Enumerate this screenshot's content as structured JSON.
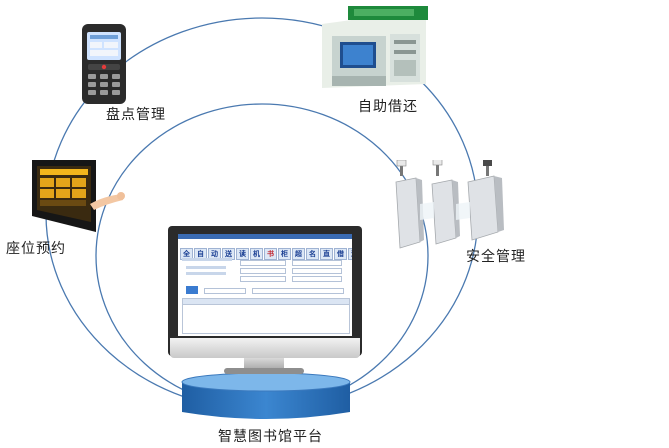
{
  "diagram": {
    "labels": {
      "inventory": "盘点管理",
      "self_service": "自助借还",
      "seat_booking": "座位预约",
      "security": "安全管理",
      "platform": "智慧图书馆平台"
    }
  },
  "monitor_screen": {
    "banner_chars": [
      "全",
      "自",
      "动",
      "送",
      "读",
      "机",
      "书",
      "柜",
      "超",
      "名",
      "直",
      "借",
      "退"
    ]
  },
  "colors": {
    "ring": "#4a79b0",
    "base_top": "#6aa8e0",
    "base_body": "#2a6fb8",
    "banner_tile": "#dde8f6",
    "banner_text": "#1b3f93",
    "banner_text_red": "#c0202a"
  }
}
